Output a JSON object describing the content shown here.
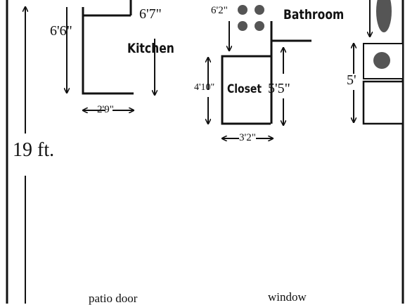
{
  "rooms": {
    "kitchen": "Kitchen",
    "bathroom": "Bathroom",
    "closet": "Closet"
  },
  "dimensions": {
    "kitchen_height_left": "6'6\"",
    "kitchen_height_right": "6'7\"",
    "kitchen_width": "2'9\"",
    "bath_small": "6'2\"",
    "closet_height_left": "4'10\"",
    "closet_height_right": "5'5\"",
    "closet_width": "3'2\"",
    "tub_length": "5'",
    "overall_height": "19 ft."
  },
  "bottom": {
    "patio_door": "patio door",
    "window": "window"
  },
  "colors": {
    "line": "#111111",
    "fixture": "#555555",
    "background": "#ffffff"
  }
}
